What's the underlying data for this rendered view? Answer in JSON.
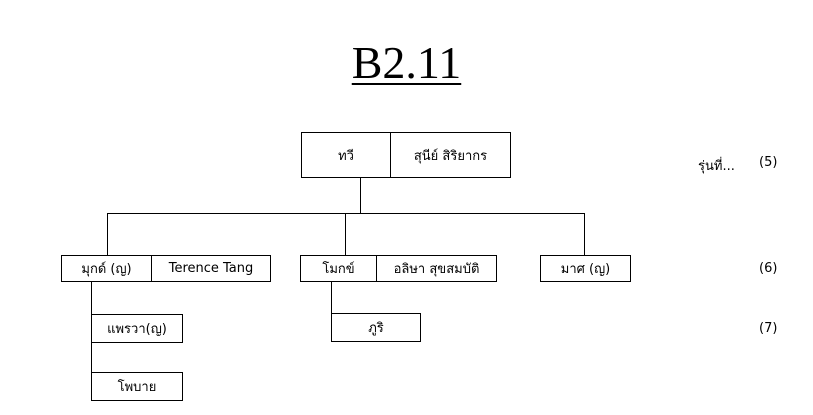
{
  "title": "B2.11",
  "generations": {
    "gen5": "รุ่นที่...",
    "gen5_num": "(5)",
    "gen6_num": "(6)",
    "gen7_num": "(7)"
  },
  "people": {
    "gen5_left": "ทวี",
    "gen5_right": "สุนีย์ สิริยากร",
    "child1": "มุกด์ (ญ)",
    "child1_spouse": "Terence Tang",
    "child2": "โมกข์",
    "child2_spouse": "อลิษา สุขสมบัติ",
    "child3": "มาศ (ญ)",
    "grandchild1": "แพรวา(ญ)",
    "grandchild2": "โพบาย",
    "grandchild3": "ภูริ"
  }
}
